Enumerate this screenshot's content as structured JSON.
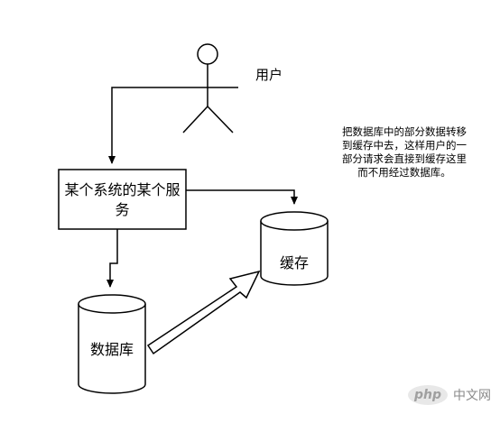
{
  "nodes": {
    "user": "用户",
    "service": "某个系统的某个服务",
    "database": "数据库",
    "cache": "缓存"
  },
  "note": {
    "lines": [
      "把数据库中的部分数据转移",
      "到缓存中去，这样用户的一",
      "部分请求会直接到缓存这里",
      "而不用经过数据库。"
    ]
  },
  "watermark": {
    "logo": "php",
    "text": "中文网"
  }
}
